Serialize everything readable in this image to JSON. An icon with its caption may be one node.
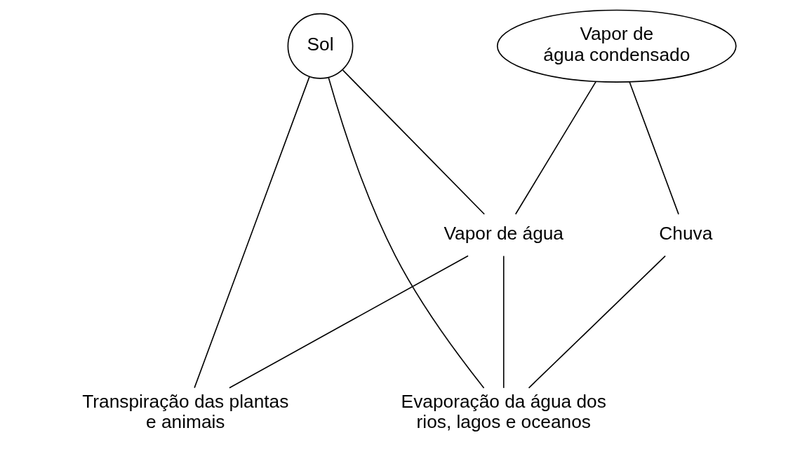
{
  "diagram": {
    "nodes": [
      {
        "text": [
          "Sol"
        ]
      },
      {
        "text": [
          "Vapor de água condensado"
        ]
      },
      {
        "text": [
          "Vapor de água"
        ]
      },
      {
        "text": [
          "Chuva"
        ]
      },
      {
        "text": [
          "Transpiração das plantas e animais"
        ]
      },
      {
        "text": [
          "Evaporação da água dos rios, lagos e oceanos"
        ]
      }
    ],
    "edges": [
      {
        "from": 0,
        "to": 4,
        "arrow": "none"
      },
      {
        "from": 0,
        "to": 5,
        "arrow": "none"
      },
      {
        "from": 0,
        "to": 2,
        "arrow": "none"
      },
      {
        "from": 1,
        "to": 2,
        "arrow": "none"
      },
      {
        "from": 1,
        "to": 3,
        "arrow": "none"
      },
      {
        "from": 2,
        "to": 4,
        "arrow": "none"
      },
      {
        "from": 2,
        "to": 5,
        "arrow": "none"
      },
      {
        "from": 3,
        "to": 5,
        "arrow": "none"
      }
    ]
  }
}
